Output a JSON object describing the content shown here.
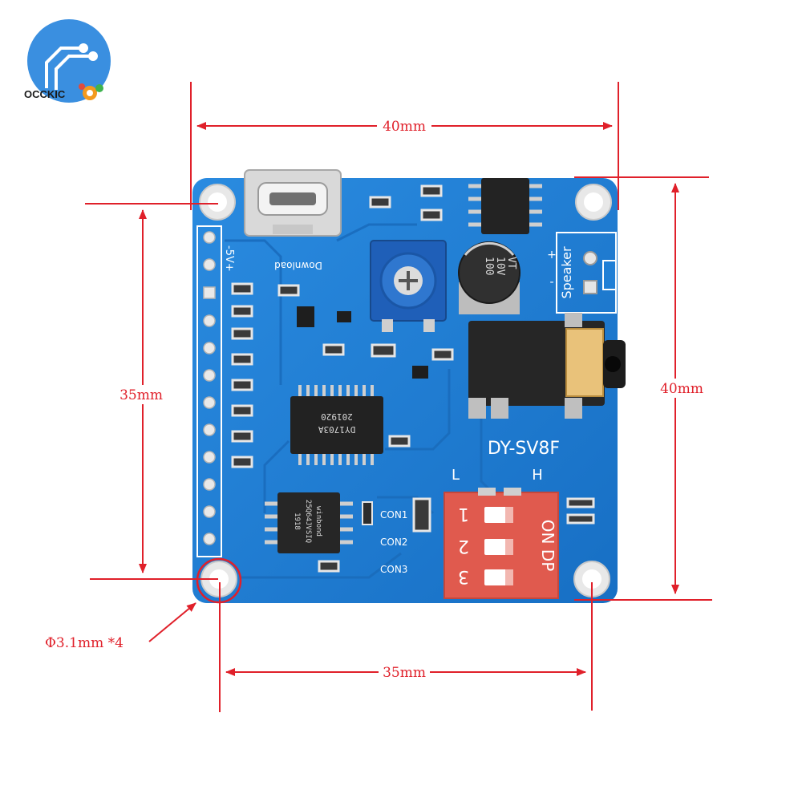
{
  "brand": {
    "name": "OCCKIC",
    "colors": {
      "blue": "#3a8fe0",
      "orange": "#f39a1e",
      "red": "#e24b3b",
      "green": "#3fb34f"
    }
  },
  "dimensions": {
    "top_width": "40mm",
    "right_height": "40mm",
    "left_height": "35mm",
    "bottom_width": "35mm",
    "hole_note": "Φ3.1mm *4",
    "line_color": "#e0202a"
  },
  "board": {
    "color": "#1f7fd6",
    "model": "DY-SV8F",
    "label_l": "L",
    "label_h": "H",
    "power_label": "-5V+",
    "download_label": "Download",
    "speaker_label": "Speaker",
    "speaker_plus": "+",
    "speaker_minus": "-",
    "con_labels": [
      "CON1",
      "CON2",
      "CON3"
    ],
    "main_chip": [
      "DY1703A",
      "201920"
    ],
    "flash_chip": [
      "winbond",
      "25Q64JVSIQ",
      "1918"
    ],
    "capacitor": [
      "100",
      "10V",
      "VT"
    ],
    "dip_switch": {
      "color": "#e05a4e",
      "side_text": "ON DP",
      "positions": [
        "1",
        "2",
        "3"
      ]
    }
  }
}
